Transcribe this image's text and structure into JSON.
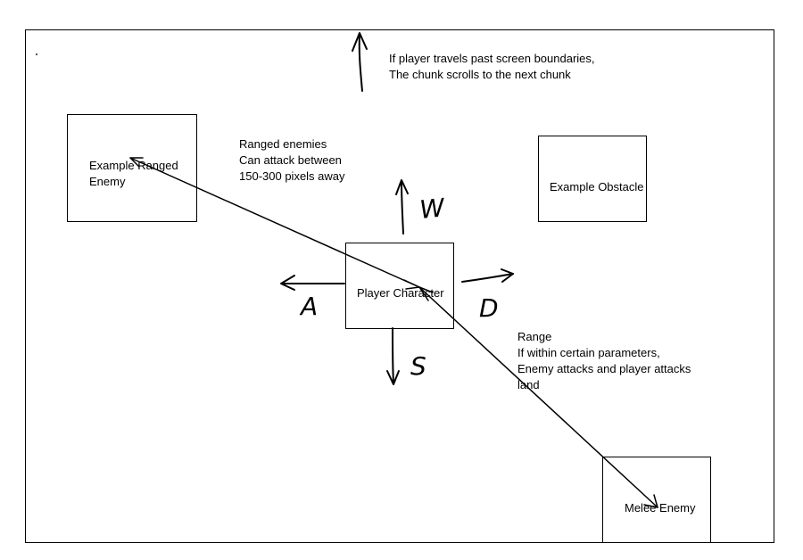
{
  "boundary_note": {
    "line1": "If player travels past screen boundaries,",
    "line2": "The chunk scrolls to the next chunk"
  },
  "ranged_note": {
    "line1": "Ranged enemies",
    "line2": "Can attack between",
    "line3": "150-300 pixels away"
  },
  "range_note": {
    "line1": "Range",
    "line2": "If within certain parameters,",
    "line3": "Enemy attacks and player attacks",
    "line4": "land"
  },
  "boxes": {
    "ranged_enemy": {
      "line1": "Example Ranged",
      "line2": "Enemy"
    },
    "obstacle": "Example Obstacle",
    "player": "Player Character",
    "melee_enemy": "Melee Enemy"
  },
  "keys": {
    "up": "W",
    "left": "A",
    "down": "S",
    "right": "D"
  }
}
